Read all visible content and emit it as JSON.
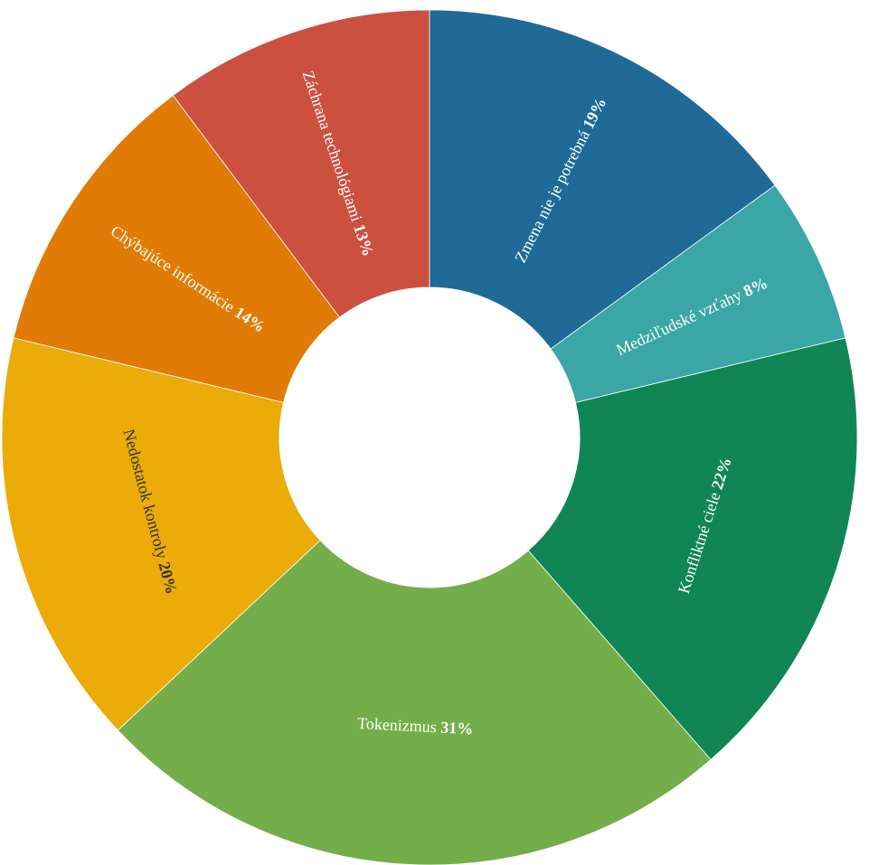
{
  "chart_data": {
    "type": "pie",
    "hole": 0.35,
    "direction": "clockwise",
    "start": "top",
    "slices": [
      {
        "label": "Zmena nie je potrebná",
        "value": 19,
        "pct_text": "19%",
        "color": "#1f6a96",
        "text_color": "#ffffff",
        "orientation": "radial"
      },
      {
        "label": "Medziľudské vzťahy",
        "value": 8,
        "pct_text": "8%",
        "color": "#3aa6a5",
        "text_color": "#ffffff",
        "orientation": "radial"
      },
      {
        "label": "Konfliktné ciele",
        "value": 22,
        "pct_text": "22%",
        "color": "#108654",
        "text_color": "#ffffff",
        "orientation": "tangential"
      },
      {
        "label": "Tokenizmus",
        "value": 31,
        "pct_text": "31%",
        "color": "#74ae4a",
        "text_color": "#ffffff",
        "orientation": "tangential"
      },
      {
        "label": "Nedostatok kontroly",
        "value": 20,
        "pct_text": "20%",
        "color": "#ebab08",
        "text_color": "#333333",
        "orientation": "tangential"
      },
      {
        "label": "Chýbajúce informácie",
        "value": 14,
        "pct_text": "14%",
        "color": "#e07c06",
        "text_color": "#ffffff",
        "orientation": "radial"
      },
      {
        "label": "Záchrana technológiami",
        "value": 13,
        "pct_text": "13%",
        "color": "#cc503f",
        "text_color": "#ffffff",
        "orientation": "radial"
      }
    ]
  }
}
